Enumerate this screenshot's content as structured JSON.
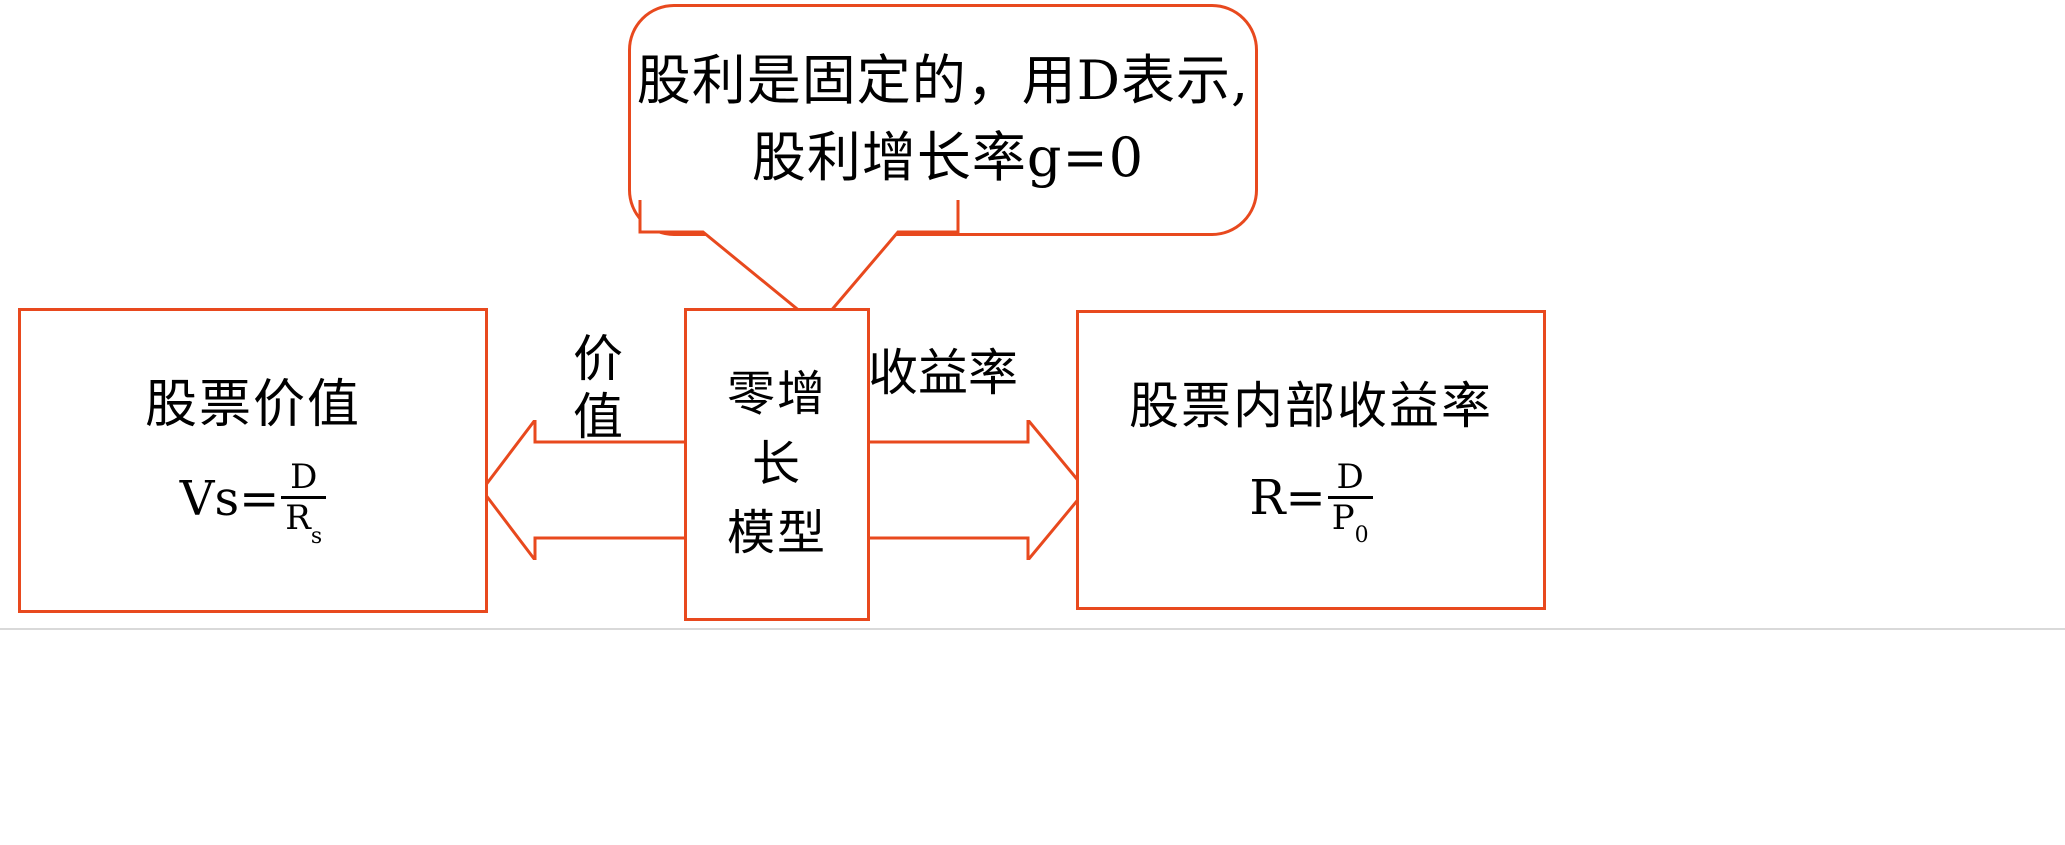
{
  "theme": {
    "accent_color": "#E8491E",
    "text_color": "#000000",
    "background": "#FFFFFF"
  },
  "callout": {
    "line1": "股利是固定的，用D表示,",
    "line2": "股利增长率g=0"
  },
  "left_box": {
    "title": "股票价值",
    "formula": {
      "lhs": "Vs=",
      "numerator": "D",
      "denominator": "R",
      "denominator_sub": "s"
    }
  },
  "center_box": {
    "lines": [
      "零增",
      "长",
      "模型"
    ],
    "full_text": "零增长模型"
  },
  "right_box": {
    "title": "股票内部收益率",
    "formula": {
      "lhs": "R=",
      "numerator": "D",
      "denominator": "P",
      "denominator_sub": "0"
    }
  },
  "arrows": {
    "left": {
      "label_chars": [
        "价",
        "值"
      ],
      "label": "价值",
      "direction": "left"
    },
    "right": {
      "label": "收益率",
      "direction": "right"
    }
  },
  "chart_data": {
    "type": "diagram",
    "title": "零增长模型",
    "nodes": [
      {
        "id": "callout",
        "shape": "rounded-callout",
        "text": "股利是固定的，用D表示, 股利增长率g=0"
      },
      {
        "id": "center",
        "shape": "rect",
        "text": "零增长模型"
      },
      {
        "id": "left",
        "shape": "rect",
        "text": "股票价值 Vs=D/Rs"
      },
      {
        "id": "right",
        "shape": "rect",
        "text": "股票内部收益率 R=D/P0"
      }
    ],
    "edges": [
      {
        "from": "callout",
        "to": "center",
        "label": "",
        "style": "pointer"
      },
      {
        "from": "center",
        "to": "left",
        "label": "价值",
        "style": "block-arrow"
      },
      {
        "from": "center",
        "to": "right",
        "label": "收益率",
        "style": "block-arrow"
      }
    ]
  }
}
